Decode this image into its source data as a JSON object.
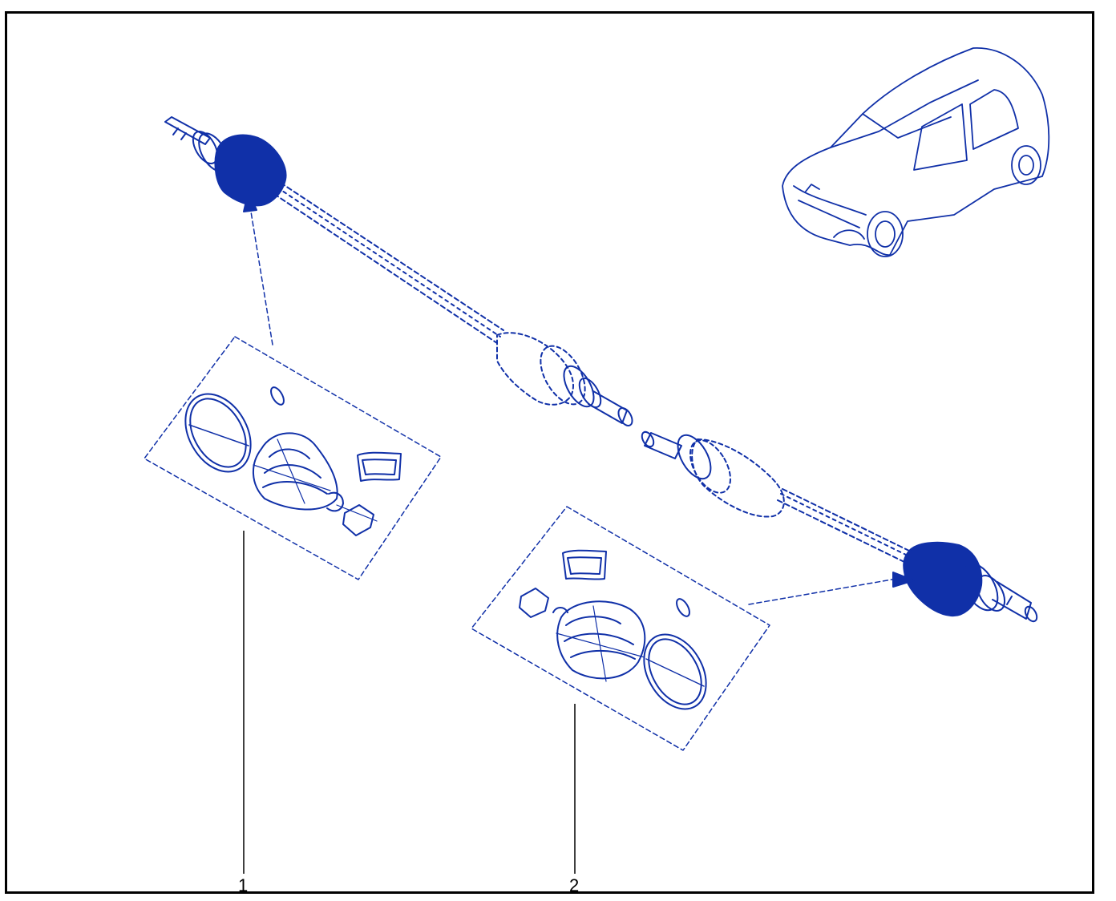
{
  "diagram": {
    "colors": {
      "line": "#1030a8",
      "fill": "#1030a8",
      "callout": "#000000",
      "frame": "#000000"
    },
    "callouts": [
      {
        "id": "1",
        "label": "1"
      },
      {
        "id": "2",
        "label": "2"
      }
    ],
    "icons": [
      "drive-shaft",
      "cv-boot-kit",
      "vehicle-car"
    ]
  }
}
